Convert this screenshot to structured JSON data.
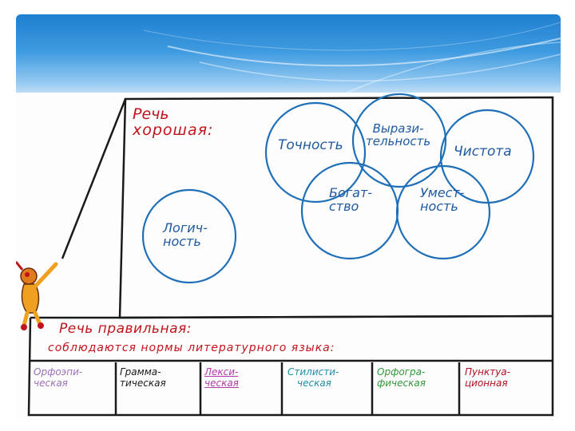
{
  "slide": {
    "colors": {
      "banner": "#2f8fdb",
      "circle": "#1f6fb8",
      "frame": "#1a1a1a",
      "red": "#c0141c"
    },
    "good_speech": {
      "title_line1": "Речь",
      "title_line2": "хорошая:",
      "qualities": [
        {
          "label": "Точность",
          "color": "#1f5aa0"
        },
        {
          "label_line1": "Вырази-",
          "label_line2": "тельность",
          "color": "#1f5aa0"
        },
        {
          "label": "Чистота",
          "color": "#1f5aa0"
        },
        {
          "label_line1": "Богат-",
          "label_line2": "ство",
          "color": "#1f5aa0"
        },
        {
          "label_line1": "Умест-",
          "label_line2": "ность",
          "color": "#1f5aa0"
        },
        {
          "label_line1": "Логич-",
          "label_line2": "ность",
          "color": "#1f5aa0"
        }
      ]
    },
    "correct_speech": {
      "title": "Речь правильная:",
      "subtitle": "соблюдаются нормы литературного языка:",
      "norms": [
        {
          "line1": "Орфоэпи-",
          "line2": "ческая",
          "color": "#9b6fb8"
        },
        {
          "line1": "Грамма-",
          "line2": "тическая",
          "color": "#1a1a1a"
        },
        {
          "line1": "Лекси-",
          "line2": "ческая",
          "color": "#b33aa8"
        },
        {
          "line1": "Стилисти-",
          "line2": "ческая",
          "color": "#1e8fa8"
        },
        {
          "line1": "Орфогра-",
          "line2": "фическая",
          "color": "#2e9a3a"
        },
        {
          "line1": "Пунктуа-",
          "line2": "ционная",
          "color": "#b01020"
        }
      ]
    }
  }
}
